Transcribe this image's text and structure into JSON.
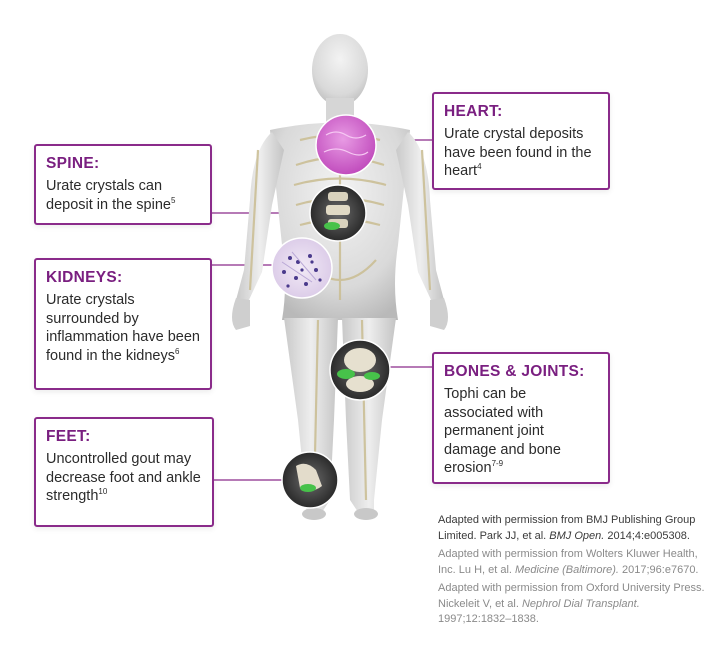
{
  "callouts": {
    "spine": {
      "title": "SPINE:",
      "text": "Urate crystals can deposit in the spine",
      "ref": "5"
    },
    "kidneys": {
      "title": "KIDNEYS:",
      "text": "Urate crystals surrounded by inflammation have been found in the kidneys",
      "ref": "6"
    },
    "feet": {
      "title": "FEET:",
      "text": "Uncontrolled gout may decrease foot and ankle strength",
      "ref": "10"
    },
    "heart": {
      "title": "HEART:",
      "text": "Urate crystal deposits have been found in the heart",
      "ref": "4"
    },
    "bones": {
      "title": "BONES & JOINTS:",
      "text": "Tophi can be associated with permanent joint damage and bone erosion",
      "ref": "7-9"
    }
  },
  "references": [
    {
      "pre": "Adapted with permission from BMJ Publishing Group Limited. Park JJ, et al. ",
      "journal": "BMJ Open.",
      "post": " 2014;4:e005308."
    },
    {
      "pre": "Adapted with permission from Wolters Kluwer Health, Inc.  Lu H, et al. ",
      "journal": "Medicine (Baltimore).",
      "post": " 2017;96:e7670."
    },
    {
      "pre": "Adapted with permission from Oxford University Press. Nickeleit V, et al. ",
      "journal": "Nephrol Dial Transplant.",
      "post": " 1997;12:1832–1838."
    }
  ],
  "colors": {
    "accent": "#8a2b8a",
    "title": "#7a1f80",
    "heart_zoom": "#d46fd0",
    "tophi_green": "#47c24a"
  }
}
